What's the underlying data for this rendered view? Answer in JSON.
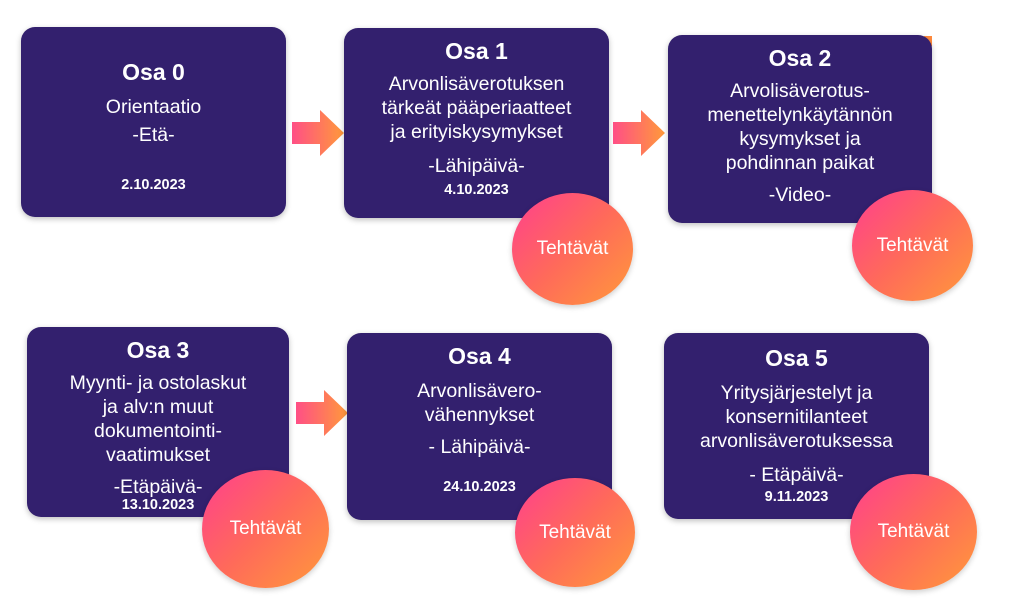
{
  "parts": [
    {
      "title": "Osa 0",
      "lines": [
        "Orientaatio",
        "-Etä-"
      ],
      "date": "2.10.2023"
    },
    {
      "title": "Osa 1",
      "lines": [
        "Arvonlisäverotuksen",
        "tärkeät pääperiaatteet",
        "ja erityiskysymykset",
        "-Lähipäivä-"
      ],
      "date": "4.10.2023"
    },
    {
      "title": "Osa 2",
      "lines": [
        "Arvolisäverotus-",
        "menettelynkäytännön",
        "kysymykset ja",
        "pohdinnan paikat",
        "-Video-"
      ],
      "date": ""
    },
    {
      "title": "Osa 3",
      "lines": [
        "Myynti- ja ostolaskut",
        "ja alv:n muut",
        "dokumentointi-",
        "vaatimukset",
        "-Etäpäivä-"
      ],
      "date": "13.10.2023"
    },
    {
      "title": "Osa 4",
      "lines": [
        "Arvonlisävero-",
        "vähennykset",
        "- Lähipäivä-"
      ],
      "date": "24.10.2023"
    },
    {
      "title": "Osa 5",
      "lines": [
        "Yritysjärjestelyt ja",
        "konsernitilanteet",
        "arvonlisäverotuksessa",
        "- Etäpäivä-"
      ],
      "date": "9.11.2023"
    }
  ],
  "task_label": "Tehtävät",
  "colors": {
    "box": "#33206e",
    "text": "#ffffff",
    "arrow_start": "#ff4f86",
    "arrow_end": "#ff9a3a"
  }
}
